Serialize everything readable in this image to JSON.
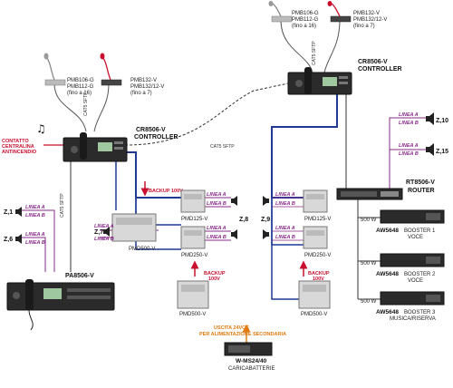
{
  "colors": {
    "purple": "#8a2a8a",
    "blue": "#1f3a93",
    "red": "#c8102e",
    "orange": "#e07a10",
    "dark": "#333333"
  },
  "mics": {
    "left": {
      "gray_l1": "PMB106-G",
      "gray_l2": "PMB112-G",
      "gray_l3": "(fino a 16)",
      "red_l1": "PMB132-V",
      "red_l2": "PMB132/12-V",
      "red_l3": "(fino a 7)"
    },
    "right": {
      "gray_l1": "PMB106-G",
      "gray_l2": "PMB112-G",
      "gray_l3": "(fino a 16)",
      "red_l1": "PMB132-V",
      "red_l2": "PMB132/12-V",
      "red_l3": "(fino a 7)"
    }
  },
  "controller_left": {
    "model": "CR8506-V",
    "role": "CONTROLLER"
  },
  "controller_right": {
    "model": "CR8506-V",
    "role": "CONTROLLER"
  },
  "contact": {
    "l1": "CONTATTO",
    "l2": "CENTRALINA",
    "l3": "ANTINCENDIO"
  },
  "cables": {
    "cat5_left_top": "CAT5 SFTP",
    "cat5_right_top": "CAT5 SFTP",
    "cat5_link": "CAT5 SFTP",
    "cat5_vertical": "CAT5 SFTP"
  },
  "lines": {
    "a": "LINEA A",
    "b": "LINEA B"
  },
  "zones": {
    "z1": "Z,1",
    "z6": "Z,6",
    "z7": "Z,7",
    "z8": "Z,8",
    "z9": "Z,9",
    "z10": "Z,10",
    "z15": "Z,15"
  },
  "backup": {
    "b1_l1": "BACKUP 100V",
    "b2_l1": "BACKUP",
    "b2_l2": "100V",
    "b3_l1": "BACKUP",
    "b3_l2": "100V"
  },
  "amps": {
    "pmd500_left": "PMD500-V",
    "pmd125_left": "PMD125-V",
    "pmd250_left": "PMD250-V",
    "pmd500_bottom_left": "PMD500-V",
    "pmd125_right": "PMD125-V",
    "pmd250_right": "PMD250-V",
    "pmd500_bottom_right": "PMD500-V"
  },
  "pa": {
    "model": "PA8506-V"
  },
  "router": {
    "model": "RT8506-V",
    "role": "ROUTER"
  },
  "boosters": [
    {
      "power": "500 W",
      "model": "AW5648",
      "name": "BOOSTER 1",
      "use": "VOCE"
    },
    {
      "power": "500 W",
      "model": "AW5648",
      "name": "BOOSTER 2",
      "use": "VOCE"
    },
    {
      "power": "500 W",
      "model": "AW5648",
      "name": "BOOSTER 3",
      "use": "MUSICA/RISERVA"
    }
  ],
  "power": {
    "out_l1": "USCITA 24VCC",
    "out_l2": "PER ALIMENTAZIONE SECONDARIA",
    "model": "W-MS24/40",
    "desc": "CARICABATTERIE"
  }
}
